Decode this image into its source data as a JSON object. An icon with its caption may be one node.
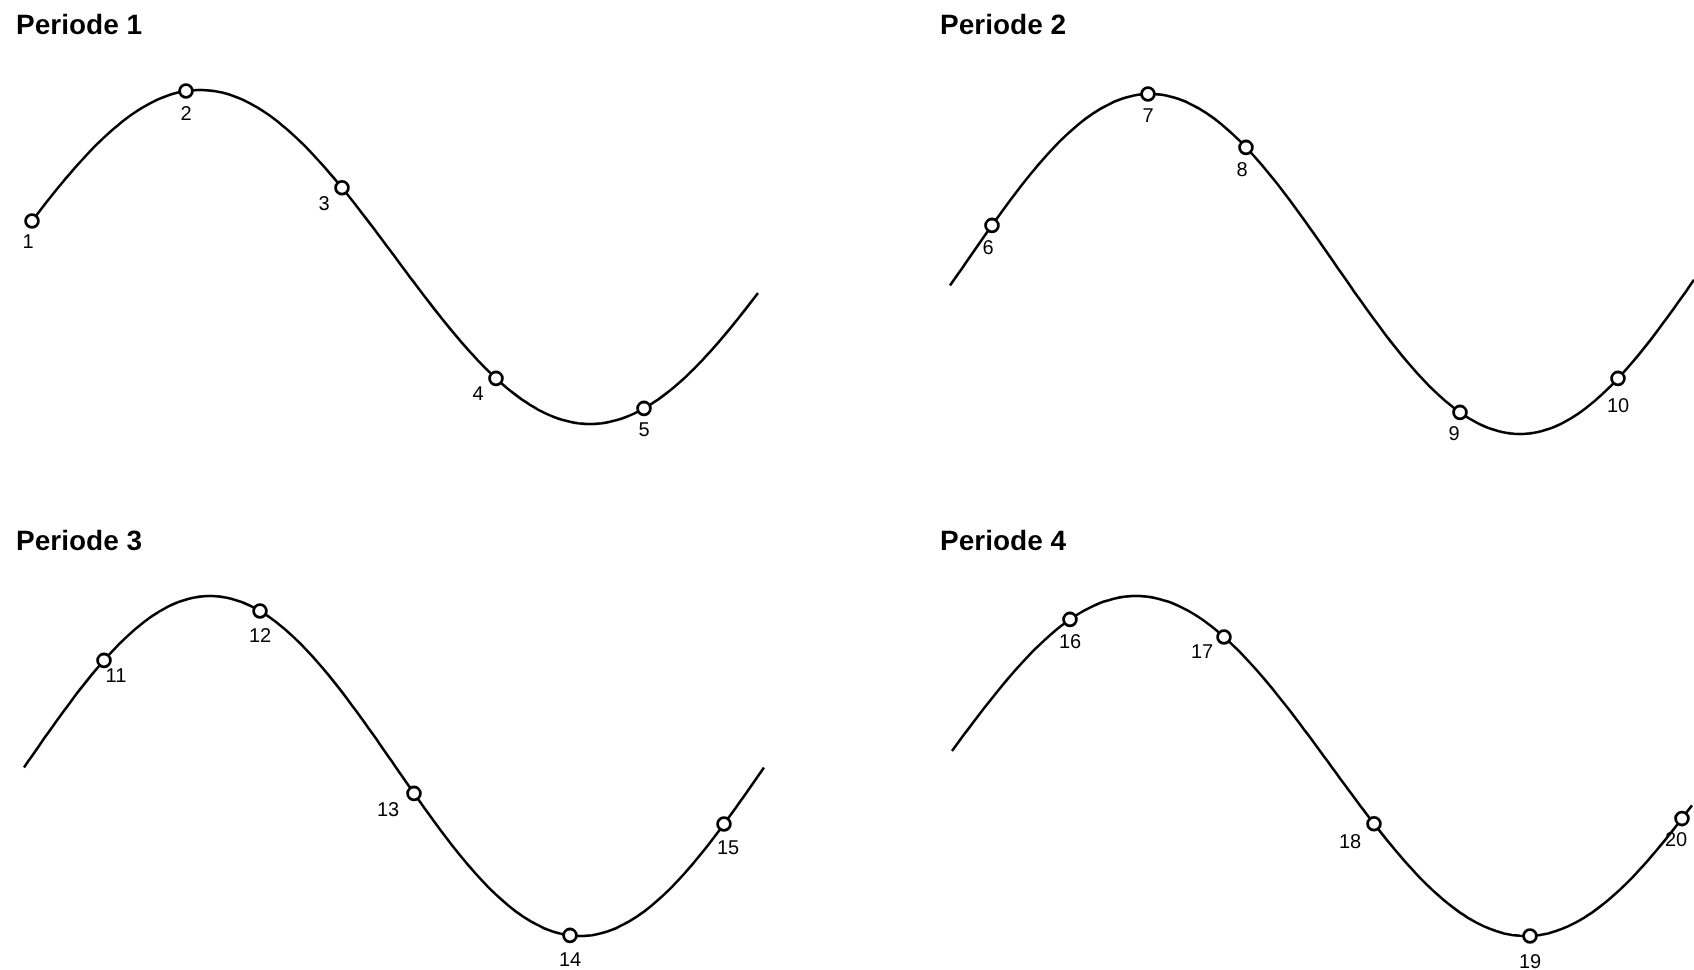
{
  "diagram": {
    "labels": [
      "Periode 1",
      "Periode 2",
      "1",
      "2",
      "3",
      "4",
      "5",
      "6",
      "7",
      "8",
      "9",
      "10",
      "Periode 3",
      "Periode 4",
      "11",
      "12",
      "13",
      "14",
      "15",
      "16",
      "17",
      "18",
      "19",
      "20"
    ]
  }
}
